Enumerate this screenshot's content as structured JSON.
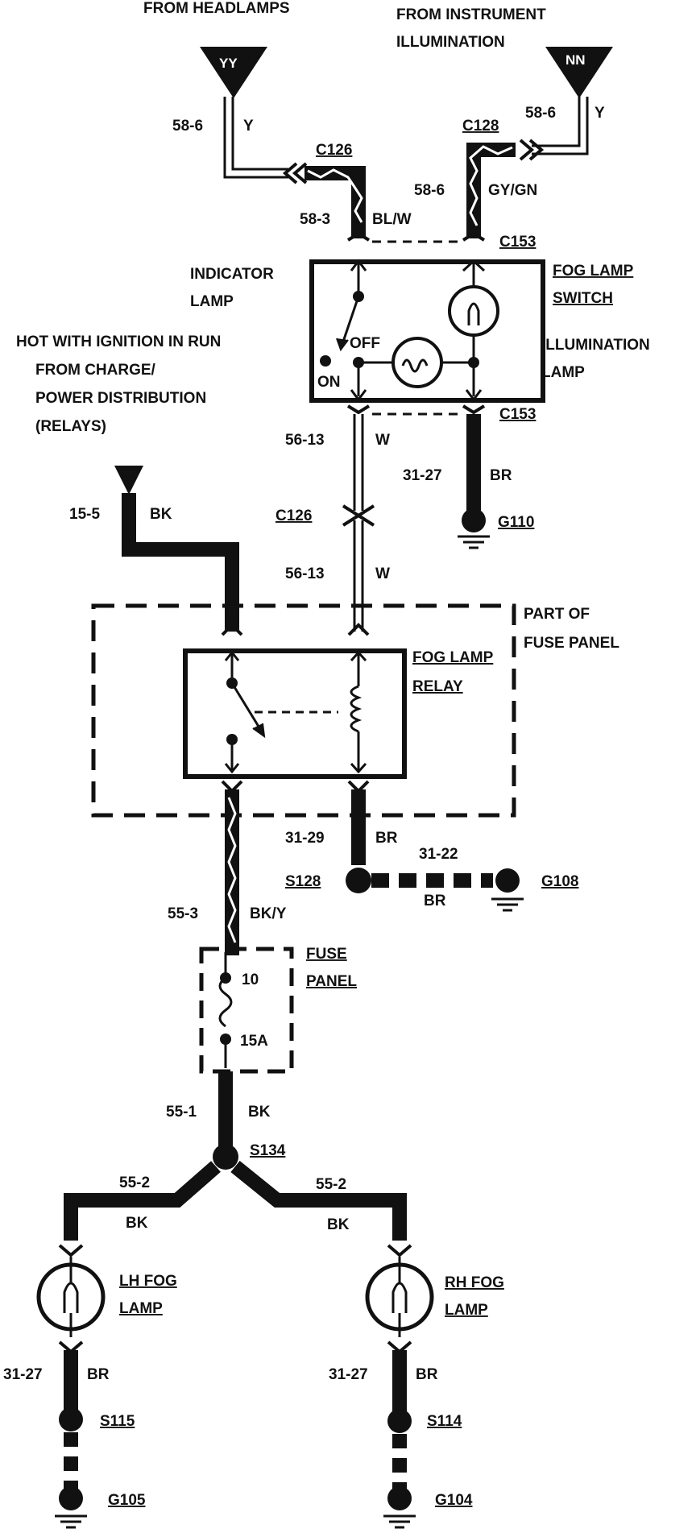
{
  "colors": {
    "ink": "#111111",
    "paper": "#ffffff"
  },
  "labels": {
    "from_headlamps": "FROM HEADLAMPS",
    "from_instrument_1": "FROM INSTRUMENT",
    "from_instrument_2": "ILLUMINATION",
    "yy": "YY",
    "nn": "NN",
    "w58_6_left": "58-6",
    "y_left": "Y",
    "w58_6_right": "58-6",
    "y_right": "Y",
    "c126_top": "C126",
    "c128_top": "C128",
    "w58_3": "58-3",
    "blw": "BL/W",
    "w58_6_mid": "58-6",
    "gygn": "GY/GN",
    "c153_top": "C153",
    "indicator_1": "INDICATOR",
    "indicator_2": "LAMP",
    "fog_switch_1": "FOG LAMP",
    "fog_switch_2": "SWITCH",
    "hot_1": "HOT WITH IGNITION IN RUN",
    "hot_2": "FROM CHARGE/",
    "hot_3": "POWER DISTRIBUTION",
    "hot_4": "(RELAYS)",
    "off": "OFF",
    "on": "ON",
    "illum_1": "ILLUMINATION",
    "illum_2": "LAMP",
    "c153_bot": "C153",
    "w56_13_a": "56-13",
    "w_a": "W",
    "w31_27_top": "31-27",
    "br_top": "BR",
    "g110": "G110",
    "w15_5": "15-5",
    "bk_15": "BK",
    "c126_mid": "C126",
    "w56_13_b": "56-13",
    "w_b": "W",
    "part_of_1": "PART OF",
    "part_of_2": "FUSE PANEL",
    "relay_1": "FOG LAMP",
    "relay_2": "RELAY",
    "w31_29": "31-29",
    "br_29": "BR",
    "s128": "S128",
    "w31_22": "31-22",
    "br_22": "BR",
    "g108": "G108",
    "w55_3": "55-3",
    "bky": "BK/Y",
    "fuse_1": "FUSE",
    "fuse_2": "PANEL",
    "fuse_num": "10",
    "fuse_amp": "15A",
    "w55_1": "55-1",
    "bk_55_1": "BK",
    "s134": "S134",
    "w55_2_left": "55-2",
    "bk_left": "BK",
    "w55_2_right": "55-2",
    "bk_right": "BK",
    "lh_1": "LH FOG",
    "lh_2": "LAMP",
    "rh_1": "RH FOG",
    "rh_2": "LAMP",
    "w31_27_left": "31-27",
    "br_left": "BR",
    "w31_27_right": "31-27",
    "br_right": "BR",
    "s115": "S115",
    "s114": "S114",
    "g105": "G105",
    "g104": "G104"
  }
}
